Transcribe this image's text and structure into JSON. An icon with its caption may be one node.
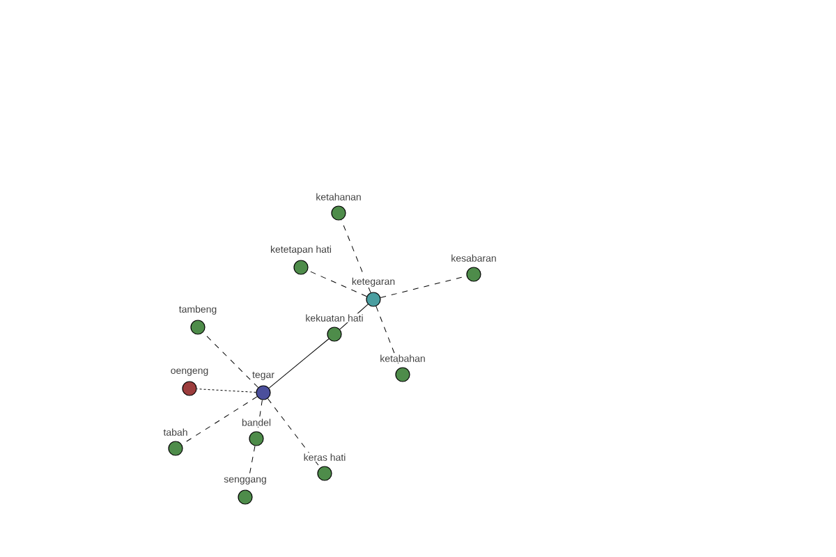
{
  "diagram": {
    "nodes": [
      {
        "text": [
          "tegar"
        ]
      },
      {
        "text": [
          "ketegaran"
        ]
      },
      {
        "text": [
          "kekuatan hati"
        ]
      },
      {
        "text": [
          "ketahanan"
        ]
      },
      {
        "text": [
          "ketetapan hati"
        ]
      },
      {
        "text": [
          "kesabaran"
        ]
      },
      {
        "text": [
          "ketabahan"
        ]
      },
      {
        "text": [
          "tambeng"
        ]
      },
      {
        "text": [
          "oengeng"
        ]
      },
      {
        "text": [
          "tabah"
        ]
      },
      {
        "text": [
          "bandel"
        ]
      },
      {
        "text": [
          "senggang"
        ]
      },
      {
        "text": [
          "keras hati"
        ]
      }
    ],
    "edges": [
      {
        "from": 0,
        "to": 2,
        "arrow": "none"
      },
      {
        "from": 2,
        "to": 1,
        "arrow": "none"
      },
      {
        "from": 1,
        "to": 3,
        "arrow": "none",
        "style": "dashed"
      },
      {
        "from": 1,
        "to": 4,
        "arrow": "none",
        "style": "dashed"
      },
      {
        "from": 1,
        "to": 5,
        "arrow": "none",
        "style": "dashed"
      },
      {
        "from": 1,
        "to": 6,
        "arrow": "none",
        "style": "dashed"
      },
      {
        "from": 0,
        "to": 7,
        "arrow": "none",
        "style": "dashed"
      },
      {
        "from": 0,
        "to": 8,
        "arrow": "none",
        "style": "dashed"
      },
      {
        "from": 0,
        "to": 9,
        "arrow": "none",
        "style": "dashed"
      },
      {
        "from": 0,
        "to": 10,
        "arrow": "none",
        "style": "dashed"
      },
      {
        "from": 10,
        "to": 11,
        "arrow": "none",
        "style": "dashed"
      },
      {
        "from": 0,
        "to": 12,
        "arrow": "none",
        "style": "dashed"
      }
    ]
  }
}
